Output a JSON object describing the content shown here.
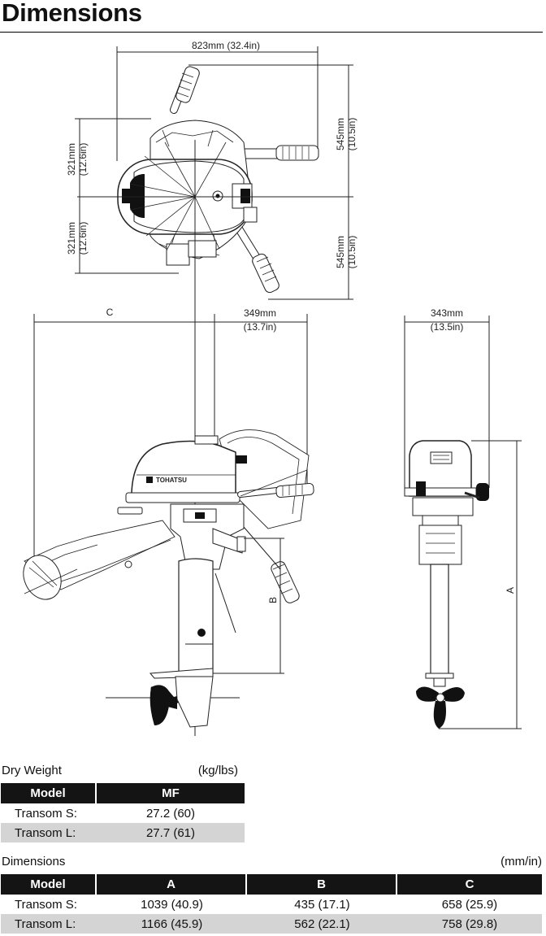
{
  "title": "Dimensions",
  "drawing": {
    "top_width": "823mm (32.4in)",
    "left_upper_mm": "321mm",
    "left_upper_in": "(12.6in)",
    "left_lower_mm": "321mm",
    "left_lower_in": "(12.6in)",
    "right_upper_mm": "545mm",
    "right_upper_in": "(10.5in)",
    "right_lower_mm": "545mm",
    "right_lower_in": "(10.5in)",
    "dim_c": "C",
    "side_offset_mm": "349mm",
    "side_offset_in": "(13.7in)",
    "front_width_mm": "343mm",
    "front_width_in": "(13.5in)",
    "dim_a": "A",
    "dim_b": "B",
    "brand_logo": "TOHATSU"
  },
  "dry_weight": {
    "heading": "Dry Weight",
    "unit": "(kg/lbs)",
    "columns": [
      "Model",
      "MF"
    ],
    "rows": [
      {
        "model": "Transom S:",
        "mf": "27.2 (60)"
      },
      {
        "model": "Transom L:",
        "mf": "27.7 (61)"
      }
    ]
  },
  "dimensions_table": {
    "heading": "Dimensions",
    "unit": "(mm/in)",
    "columns": [
      "Model",
      "A",
      "B",
      "C"
    ],
    "rows": [
      {
        "model": "Transom S:",
        "a": "1039 (40.9)",
        "b": "435 (17.1)",
        "c": "658 (25.9)"
      },
      {
        "model": "Transom L:",
        "a": "1166 (45.9)",
        "b": "562 (22.1)",
        "c": "758 (29.8)"
      }
    ]
  }
}
